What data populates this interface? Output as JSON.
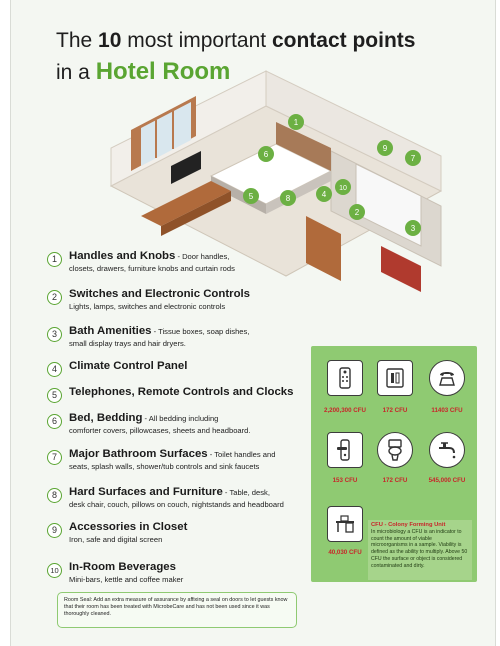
{
  "title": {
    "line1_pre": "The ",
    "line1_num": "10",
    "line1_mid": " most important ",
    "line1_bold": "contact points",
    "line2_pre": "in a ",
    "line2_green": "Hotel Room"
  },
  "illustration_pins": [
    "1",
    "2",
    "3",
    "4",
    "5",
    "6",
    "7",
    "8",
    "9",
    "10"
  ],
  "items": [
    {
      "n": "1",
      "heading": "Handles and Knobs",
      "sep": " - ",
      "desc1": "Door handles,",
      "desc2": "closets, drawers, furniture knobs and curtain rods"
    },
    {
      "n": "2",
      "heading": "Switches and Electronic Controls",
      "sep": "",
      "desc1": "",
      "desc2": "Lights, lamps, switches and electronic controls"
    },
    {
      "n": "3",
      "heading": "Bath Amenities",
      "sep": " - ",
      "desc1": "Tissue boxes, soap dishes,",
      "desc2": "small display trays and hair dryers."
    },
    {
      "n": "4",
      "heading": "Climate Control Panel",
      "sep": "",
      "desc1": "",
      "desc2": ""
    },
    {
      "n": "5",
      "heading": "Telephones, Remote Controls and Clocks",
      "sep": "",
      "desc1": "",
      "desc2": ""
    },
    {
      "n": "6",
      "heading": "Bed, Bedding",
      "sep": " - ",
      "desc1": "All bedding including",
      "desc2": "comforter covers, pillowcases, sheets and headboard."
    },
    {
      "n": "7",
      "heading": "Major Bathroom Surfaces",
      "sep": " - ",
      "desc1": "Toilet handles and",
      "desc2": "seats, splash walls, shower/tub controls and sink faucets"
    },
    {
      "n": "8",
      "heading": "Hard Surfaces and Furniture",
      "sep": " - ",
      "desc1": "Table, desk,",
      "desc2": "desk chair, couch, pillows on couch, nightstands and headboard"
    },
    {
      "n": "9",
      "heading": "Accessories in Closet",
      "sep": "",
      "desc1": "",
      "desc2": "Iron, safe and digital screen"
    },
    {
      "n": "10",
      "heading": "In-Room Beverages",
      "sep": "",
      "desc1": "",
      "desc2": "Mini-bars, kettle and coffee maker"
    }
  ],
  "panel": {
    "tiles": [
      {
        "icon": "remote-control-icon",
        "cfu": "2,200,300 CFU"
      },
      {
        "icon": "light-switch-icon",
        "cfu": "172 CFU"
      },
      {
        "icon": "telephone-icon",
        "cfu": "11403 CFU"
      },
      {
        "icon": "door-handle-icon",
        "cfu": "153 CFU"
      },
      {
        "icon": "toilet-icon",
        "cfu": "172 CFU"
      },
      {
        "icon": "faucet-icon",
        "cfu": "545,000 CFU"
      },
      {
        "icon": "desk-icon",
        "cfu": "40,030 CFU"
      }
    ],
    "cfu_title": "CFU - Colony Forming Unit",
    "cfu_text": "In microbiology a CFU is an indicator to count the amount of viable microorganisms in a sample. Viability is defined as the ability to multiply. Above 50 CFU the surface or object is considered contaminated and dirty."
  },
  "seal_note": "Room Seal: Add an extra measure of assurance by affixing a seal on doors to let guests know that their room has been treated with MicrobeCare and has not been used since it was thoroughly cleaned.",
  "colors": {
    "accent_green": "#5aa532",
    "panel_green": "#8fca72",
    "cfu_red": "#c8262a"
  }
}
